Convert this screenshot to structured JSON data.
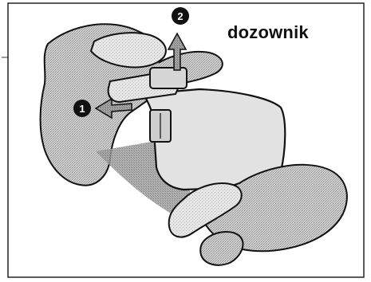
{
  "diagram": {
    "label": "dozownik",
    "steps": [
      "1",
      "2"
    ]
  },
  "colors": {
    "ink": "#111111",
    "hand_fill": "#c8c8c8",
    "hand_shadow": "#a9a9a9",
    "device_fill": "#dedede",
    "border": "#222222"
  }
}
